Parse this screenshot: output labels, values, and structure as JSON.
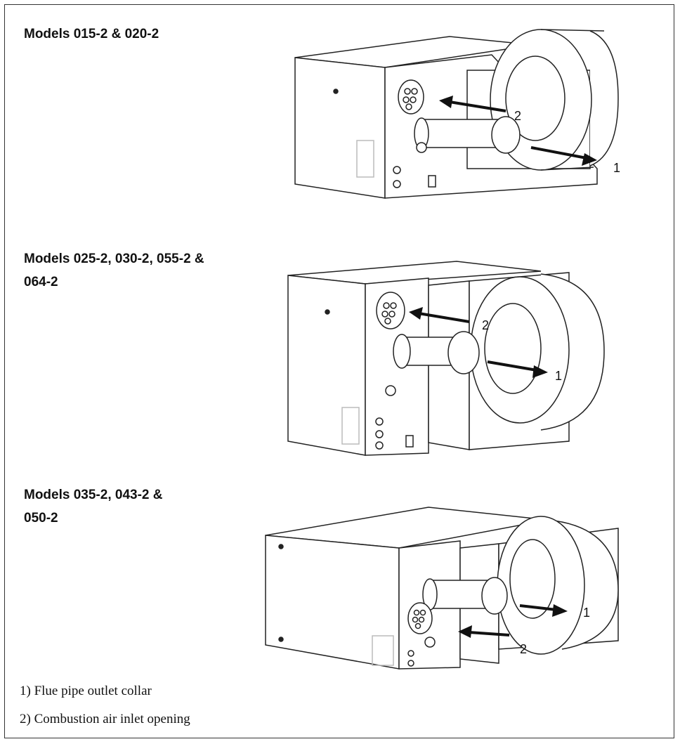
{
  "sections": [
    {
      "title_line1": "Models 015-2 & 020-2",
      "title_line2": "",
      "callout_1": "1",
      "callout_2": "2"
    },
    {
      "title_line1": "Models 025-2, 030-2, 055-2 &",
      "title_line2": "064-2",
      "callout_1": "1",
      "callout_2": "2"
    },
    {
      "title_line1": "Models 035-2, 043-2 &",
      "title_line2": "050-2",
      "callout_1": "1",
      "callout_2": "2"
    }
  ],
  "legend": {
    "item1": "1) Flue pipe outlet collar",
    "item2": "2) Combustion air inlet opening"
  }
}
